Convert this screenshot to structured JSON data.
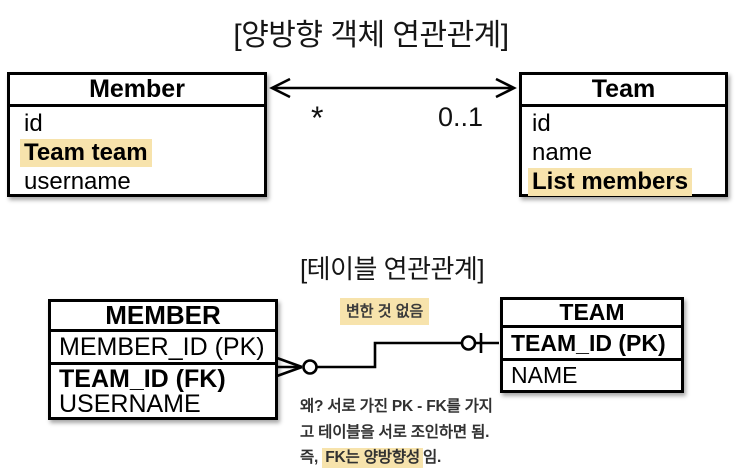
{
  "object_diagram": {
    "title": "[양방향 객체 연관관계]",
    "member_class": {
      "title": "Member",
      "fields": [
        {
          "label": "id"
        },
        {
          "label": "Team team"
        },
        {
          "label": "username"
        }
      ]
    },
    "team_class": {
      "title": "Team",
      "fields": [
        {
          "label": "id"
        },
        {
          "label": "name"
        },
        {
          "label": "List members"
        }
      ]
    },
    "multiplicity_left": "*",
    "multiplicity_right": "0..1"
  },
  "table_diagram": {
    "title": "[테이블 연관관계]",
    "member_table": {
      "title": "MEMBER",
      "pk_row": "MEMBER_ID (PK)",
      "fk_row": "TEAM_ID (FK)",
      "username_row": "USERNAME"
    },
    "team_table": {
      "title": "TEAM",
      "pk_row": "TEAM_ID (PK)",
      "name_row": "NAME"
    },
    "note_no_change": "변한 것 없음",
    "note_why": {
      "line1": "왜? 서로 가진 PK - FK를 가지",
      "line2": "고 테이블을 서로 조인하면 됨.",
      "line3_prefix": "즉, ",
      "line3_highlight": "FK는 양방향성",
      "line3_suffix": "임."
    }
  },
  "colors": {
    "highlight": "#F7E3AC",
    "line": "#000000",
    "note_text": "#313131"
  }
}
